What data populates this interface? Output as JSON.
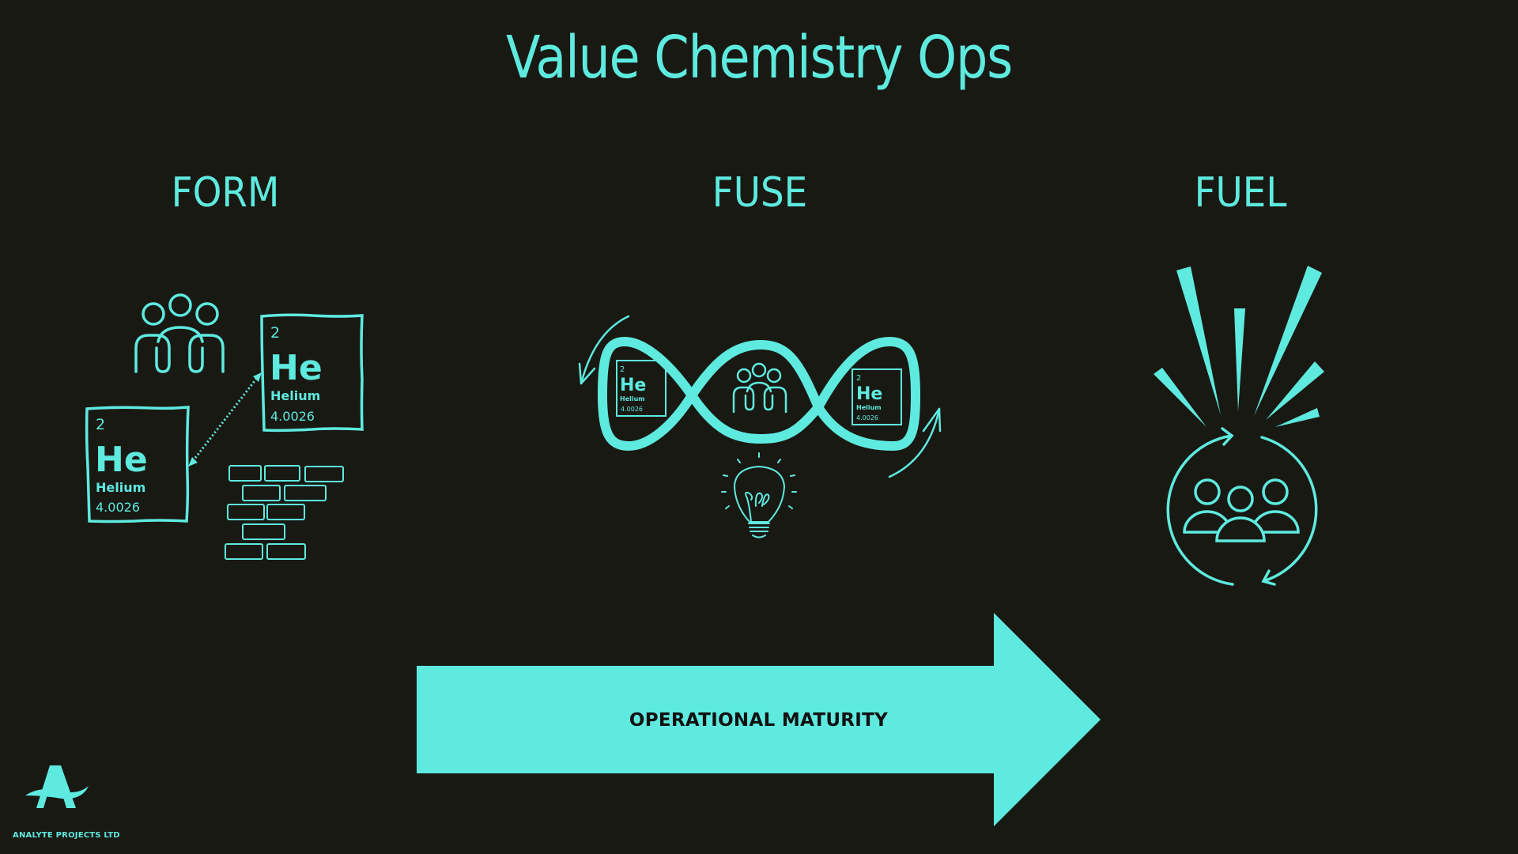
{
  "title": "Value Chemistry Ops",
  "colors": {
    "background": "#191913",
    "accent": "#5eeadf",
    "arrow_text": "#111111"
  },
  "stages": [
    {
      "label": "FORM",
      "icons": [
        "people-group-icon",
        "helium-element-card-icon",
        "helium-element-card-icon",
        "dotted-double-arrow-icon",
        "brick-wall-icon"
      ]
    },
    {
      "label": "FUSE",
      "icons": [
        "infinity-loop-icon",
        "helium-element-card-icon",
        "people-group-icon",
        "helium-element-card-icon",
        "cycle-arrow-icon",
        "lightbulb-icon"
      ]
    },
    {
      "label": "FUEL",
      "icons": [
        "burst-rays-icon",
        "circular-arrows-icon",
        "people-group-icon"
      ]
    }
  ],
  "element_card": {
    "atomic_number": "2",
    "symbol": "He",
    "name": "Helium",
    "atomic_mass": "4.0026"
  },
  "progress_arrow": {
    "label": "OPERATIONAL MATURITY"
  },
  "footer": {
    "logo_letter": "A",
    "company": "ANALYTE PROJECTS LTD"
  }
}
